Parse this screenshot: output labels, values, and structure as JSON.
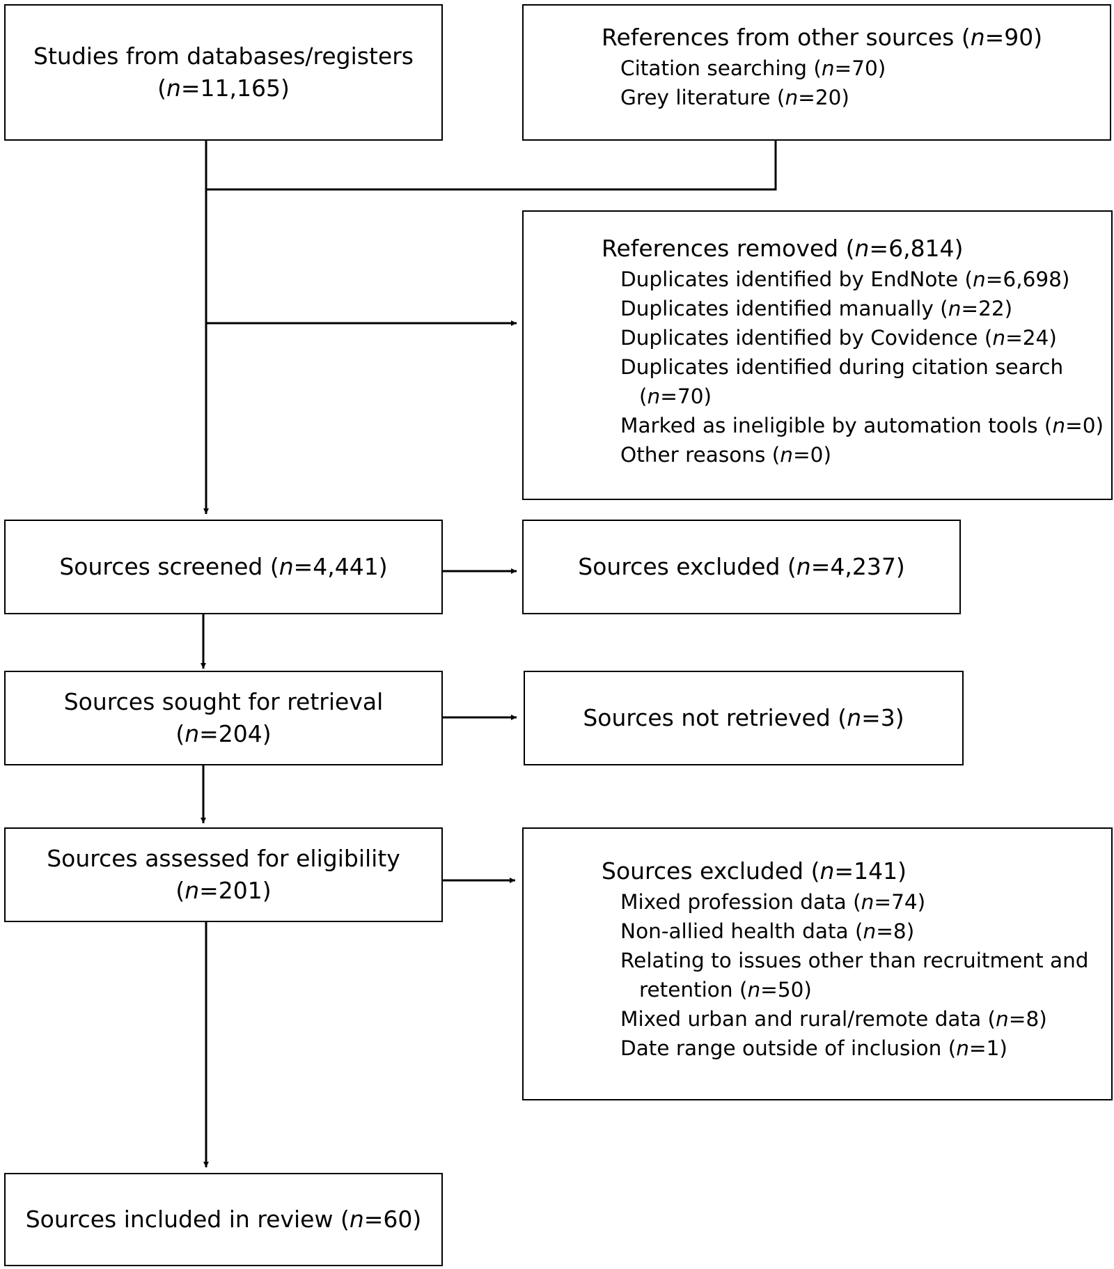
{
  "boxes": {
    "databases": {
      "label": "Studies from databases/registers",
      "n": "11,165"
    },
    "other_sources": {
      "title": "References from other sources",
      "n": "90",
      "items": [
        {
          "label": "Citation searching",
          "n": "70"
        },
        {
          "label": "Grey literature",
          "n": "20"
        }
      ]
    },
    "removed": {
      "title": "References removed",
      "n": "6,814",
      "items": [
        {
          "label": "Duplicates identified by EndNote",
          "n": "6,698"
        },
        {
          "label": "Duplicates identified manually",
          "n": "22"
        },
        {
          "label": "Duplicates identified by Covidence",
          "n": "24"
        },
        {
          "label": "Duplicates identified during citation search",
          "n": "70"
        },
        {
          "label": "Marked as ineligible by automation tools",
          "n": "0"
        },
        {
          "label": "Other reasons",
          "n": "0"
        }
      ]
    },
    "screened": {
      "label": "Sources screened",
      "n": "4,441"
    },
    "excluded_screen": {
      "label": "Sources excluded",
      "n": "4,237"
    },
    "sought": {
      "label": "Sources sought for retrieval",
      "n": "204"
    },
    "not_retrieved": {
      "label": "Sources not retrieved",
      "n": "3"
    },
    "assessed": {
      "label": "Sources assessed for eligibility",
      "n": "201"
    },
    "excluded_elig": {
      "title": "Sources excluded",
      "n": "141",
      "items": [
        {
          "label": "Mixed profession data",
          "n": "74"
        },
        {
          "label": "Non-allied health data",
          "n": "8"
        },
        {
          "label": "Relating to issues other than recruitment and",
          "cont": "retention",
          "n": "50"
        },
        {
          "label": "Mixed urban and rural/remote data",
          "n": "8"
        },
        {
          "label": "Date range outside of inclusion",
          "n": "1"
        }
      ]
    },
    "included": {
      "label": "Sources included in review",
      "n": "60"
    }
  }
}
